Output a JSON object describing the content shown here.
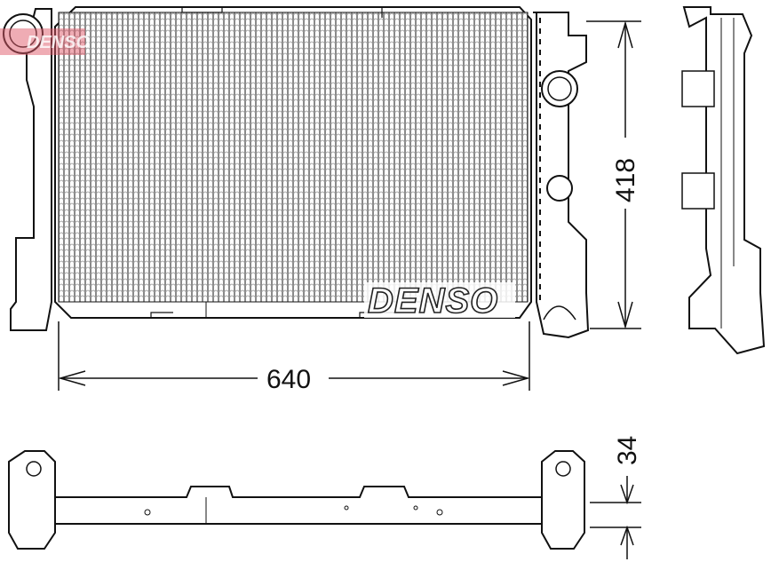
{
  "drawing": {
    "brand_logo": "DENSO",
    "watermark": "DENSO",
    "dimensions": {
      "width": "640",
      "height": "418",
      "depth": "34"
    },
    "colors": {
      "line": "#111111",
      "fin": "#9a9a9a",
      "watermark": "#e05a6a"
    }
  }
}
